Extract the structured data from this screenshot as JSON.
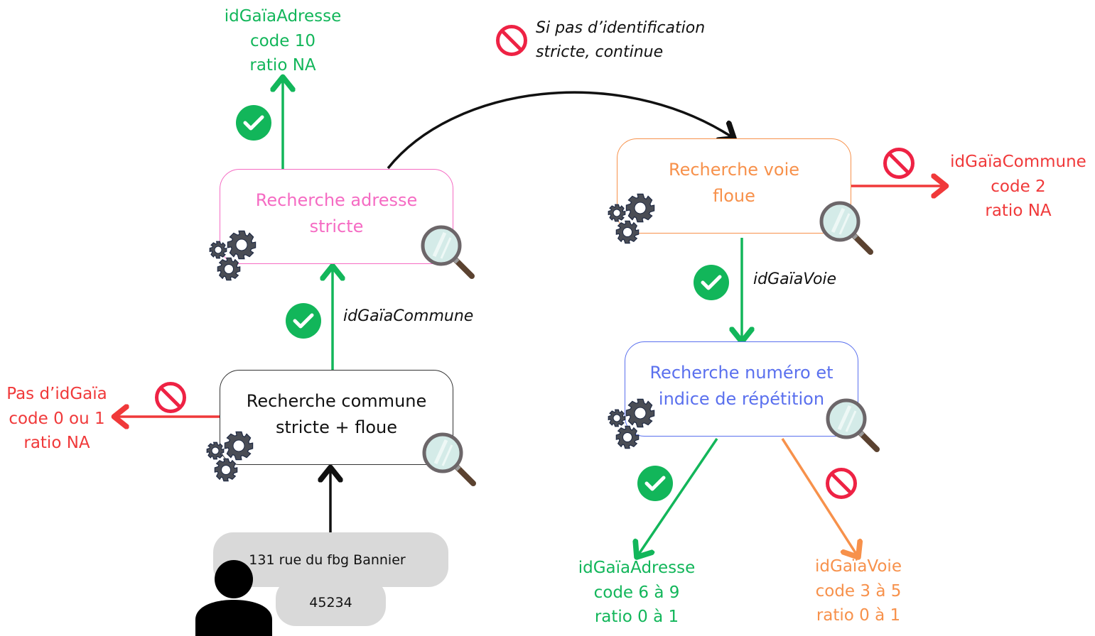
{
  "colors": {
    "green": "#12b65a",
    "red": "#f0393a",
    "pink": "#f56bc3",
    "orange": "#f7914b",
    "blue": "#5a70ee",
    "black": "#111111",
    "gear": "#4a4d55",
    "pill_bg": "#d9d9d9"
  },
  "nodes": {
    "commune": {
      "line1": "Recherche commune",
      "line2": "stricte + floue"
    },
    "adresse": {
      "line1": "Recherche adresse",
      "line2": "stricte"
    },
    "voie": {
      "line1": "Recherche voie",
      "line2": "floue"
    },
    "numero": {
      "line1": "Recherche numéro et",
      "line2": "indice de répétition"
    }
  },
  "input": {
    "address": "131 rue du fbg  Bannier",
    "postcode": "45234"
  },
  "edges": {
    "commune_to_adresse": "idGaïaCommune",
    "voie_to_numero": "idGaïaVoie",
    "adresse_to_voie": {
      "line1": "Si pas d’identification",
      "line2": "stricte, continue"
    }
  },
  "outcomes": {
    "adresse_strict": {
      "line1": "idGaïaAdresse",
      "line2": "code 10",
      "line3": "ratio NA"
    },
    "commune_fail": {
      "line1": "Pas d’idGaïa",
      "line2": "code 0 ou 1",
      "line3": "ratio NA"
    },
    "voie_fail": {
      "line1": "idGaïaCommune",
      "line2": "code 2",
      "line3": "ratio NA"
    },
    "numero_success": {
      "line1": "idGaïaAdresse",
      "line2": "code 6 à 9",
      "line3": "ratio 0 à 1"
    },
    "numero_fail": {
      "line1": "idGaïaVoie",
      "line2": "code 3 à 5",
      "line3": "ratio 0 à 1"
    }
  },
  "icons": {
    "success": "check-circle-icon",
    "failure": "prohibited-icon",
    "process": "gears-icon",
    "search": "magnifier-icon",
    "user": "user-icon"
  }
}
